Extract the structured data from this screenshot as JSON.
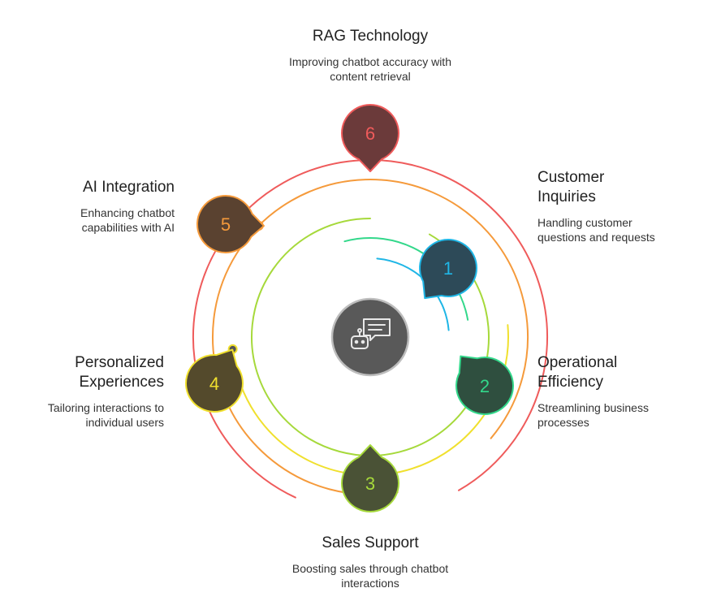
{
  "center_icon": "chatbot-icon",
  "items": [
    {
      "num": "1",
      "title": "Customer Inquiries",
      "desc": "Handling customer questions and requests",
      "color": "#1fb6e6",
      "fill": "#2d4a58"
    },
    {
      "num": "2",
      "title": "Operational Efficiency",
      "desc": "Streamlining business processes",
      "color": "#33d88b",
      "fill": "#2f4f3f"
    },
    {
      "num": "3",
      "title": "Sales Support",
      "desc": "Boosting sales through chatbot interactions",
      "color": "#a6d93b",
      "fill": "#4a5236"
    },
    {
      "num": "4",
      "title": "Personalized Experiences",
      "desc": "Tailoring interactions to individual users",
      "color": "#f0e02e",
      "fill": "#544a2c"
    },
    {
      "num": "5",
      "title": "AI Integration",
      "desc": "Enhancing chatbot capabilities with AI",
      "color": "#f59a3b",
      "fill": "#5a4230"
    },
    {
      "num": "6",
      "title": "RAG Technology",
      "desc": "Improving chatbot accuracy with content retrieval",
      "color": "#ef5b5b",
      "fill": "#6b3a3a"
    }
  ]
}
